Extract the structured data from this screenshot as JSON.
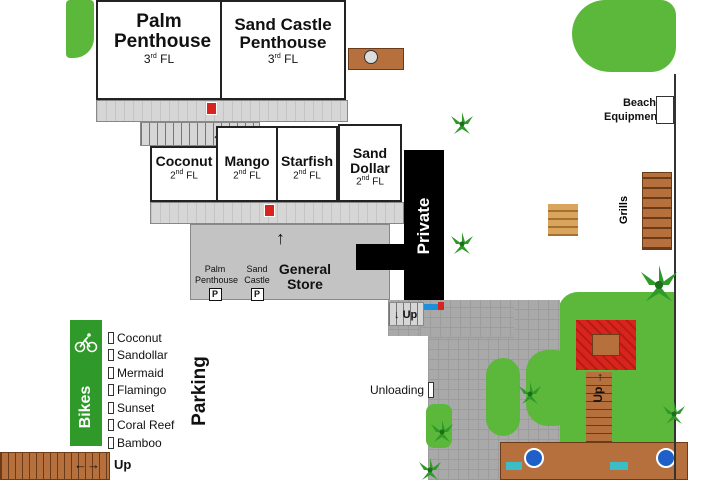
{
  "buildings": {
    "palm_penthouse": {
      "name": "Palm Penthouse",
      "floor": "3",
      "floor_suffix": "rd",
      "floor_unit": "FL"
    },
    "sand_castle_penthouse": {
      "name": "Sand Castle Penthouse",
      "floor": "3",
      "floor_suffix": "rd",
      "floor_unit": "FL"
    },
    "coconut": {
      "name": "Coconut",
      "floor": "2",
      "floor_suffix": "nd",
      "floor_unit": "FL"
    },
    "mango": {
      "name": "Mango",
      "floor": "2",
      "floor_suffix": "nd",
      "floor_unit": "FL"
    },
    "starfish": {
      "name": "Starfish",
      "floor": "2",
      "floor_suffix": "nd",
      "floor_unit": "FL"
    },
    "sand_dollar": {
      "name": "Sand Dollar",
      "floor": "2",
      "floor_suffix": "nd",
      "floor_unit": "FL"
    }
  },
  "labels": {
    "private": "Private",
    "general_store": "General Store",
    "beach_equipment": "Beach Equipment",
    "grills": "Grills",
    "parking": "Parking",
    "bikes": "Bikes",
    "unloading": "Unloading",
    "up": "Up"
  },
  "store_parking": [
    {
      "name": "Palm Penthouse",
      "sign": "P"
    },
    {
      "name": "Sand Castle",
      "sign": "P"
    }
  ],
  "parking_list": [
    "Coconut",
    "Sandollar",
    "Mermaid",
    "Flamingo",
    "Sunset",
    "Coral Reef",
    "Bamboo"
  ],
  "colors": {
    "grass": "#5cb83a",
    "dark_green": "#2f9a2a",
    "private_block": "#000000",
    "pavement": "#a9a9a9",
    "deck_wood": "#b5703d",
    "pool_blue": "#1e5fc8",
    "red_accent": "#d8241c"
  }
}
